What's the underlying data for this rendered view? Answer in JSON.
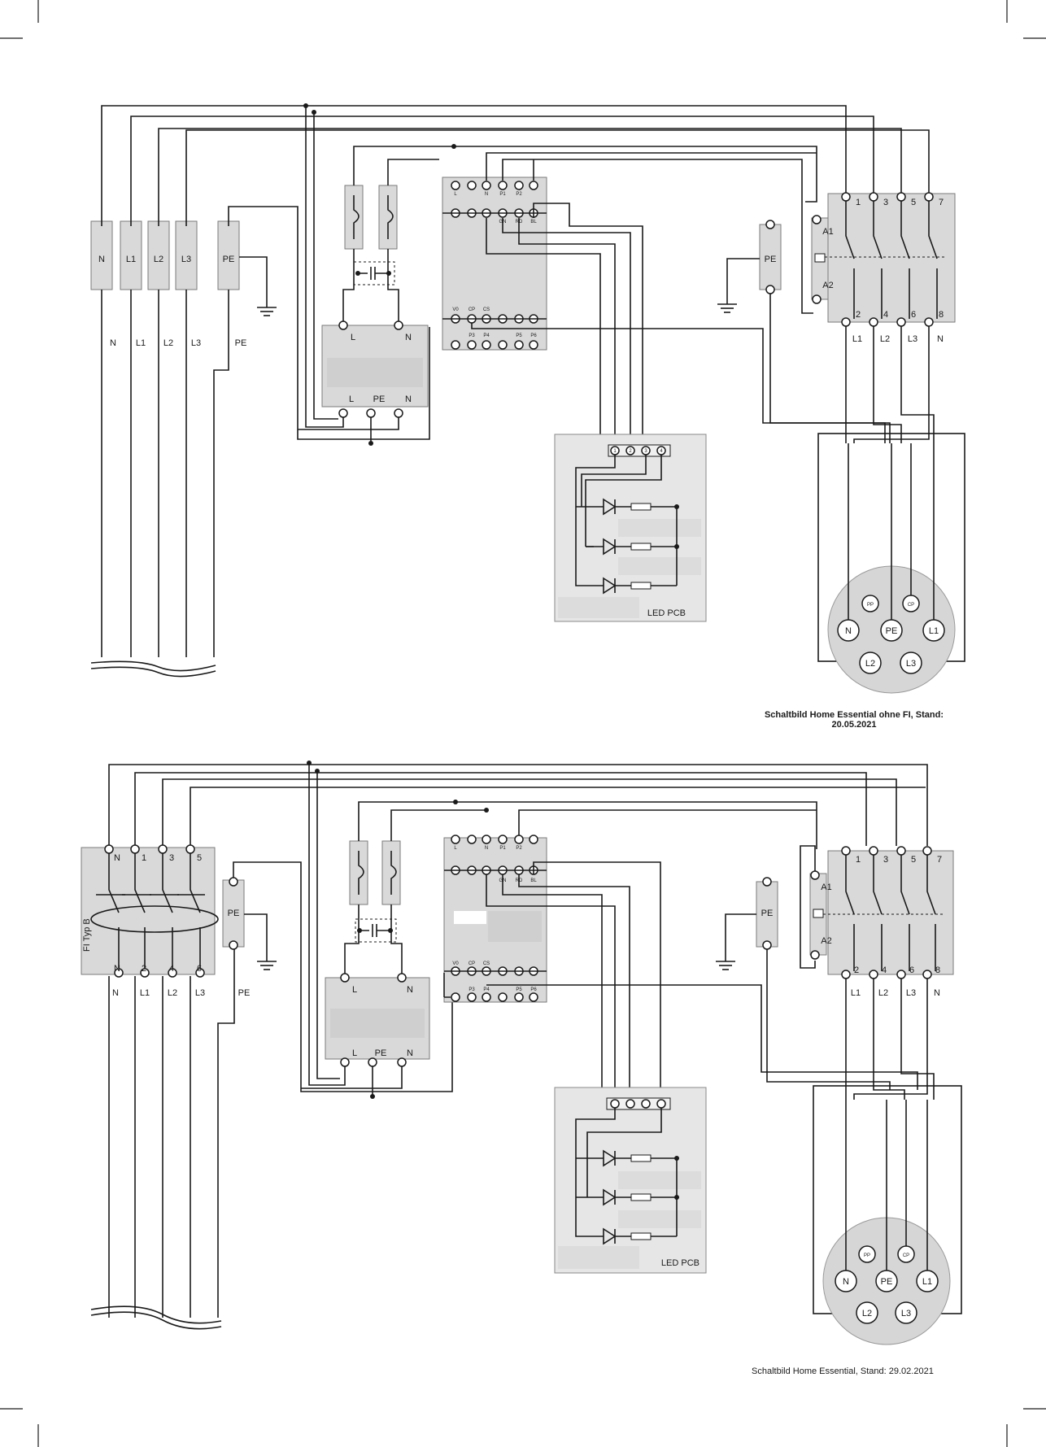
{
  "diagram1": {
    "caption_line1": "Schaltbild Home Essential ohne FI, Stand:",
    "caption_line2": "20.05.2021",
    "feed_terminals": [
      "N",
      "L1",
      "L2",
      "L3",
      "PE"
    ],
    "feed_wire_labels": [
      "N",
      "L1",
      "L2",
      "L3",
      "PE"
    ],
    "psu_top": [
      "L",
      "N"
    ],
    "psu_bottom": [
      "L",
      "PE",
      "N"
    ],
    "controller_top": [
      "L",
      "N",
      "P1",
      "P2"
    ],
    "controller_mid": [
      "GN",
      "RD",
      "BL"
    ],
    "controller_bot_top": [
      "V0",
      "CP",
      "CS"
    ],
    "controller_bot": [
      "P3",
      "P4",
      "P5",
      "P6"
    ],
    "led_connector": [
      "1",
      "2",
      "3",
      "4"
    ],
    "led_label": "LED PCB",
    "pe_right": "PE",
    "contactor_top": [
      "1",
      "3",
      "5",
      "7"
    ],
    "contactor_bottom": [
      "2",
      "4",
      "6",
      "8"
    ],
    "contactor_coil": [
      "A1",
      "A2"
    ],
    "contactor_out": [
      "L1",
      "L2",
      "L3",
      "N"
    ],
    "socket": [
      "PP",
      "CP",
      "N",
      "PE",
      "L1",
      "L2",
      "L3"
    ]
  },
  "diagram2": {
    "caption": "Schaltbild Home Essential, Stand: 29.02.2021",
    "rcd_label": "FI Typ B",
    "rcd_top": [
      "N",
      "1",
      "3",
      "5"
    ],
    "rcd_bottom": [
      "N",
      "2",
      "4",
      "6"
    ],
    "feed_wire_labels": [
      "N",
      "L1",
      "L2",
      "L3",
      "PE"
    ],
    "pe_left": "PE",
    "psu_top": [
      "L",
      "N"
    ],
    "psu_bottom": [
      "L",
      "PE",
      "N"
    ],
    "controller_top": [
      "L",
      "N",
      "P1",
      "P2"
    ],
    "controller_mid": [
      "GN",
      "RD",
      "BL"
    ],
    "controller_bot_top": [
      "V0",
      "CP",
      "CS"
    ],
    "controller_bot": [
      "P3",
      "P4",
      "P5",
      "P6"
    ],
    "led_label": "LED PCB",
    "pe_right": "PE",
    "contactor_top": [
      "1",
      "3",
      "5",
      "7"
    ],
    "contactor_bottom": [
      "2",
      "4",
      "6",
      "8"
    ],
    "contactor_coil": [
      "A1",
      "A2"
    ],
    "contactor_out": [
      "L1",
      "L2",
      "L3",
      "N"
    ],
    "socket": [
      "PP",
      "CP",
      "N",
      "PE",
      "L1",
      "L2",
      "L3"
    ]
  }
}
